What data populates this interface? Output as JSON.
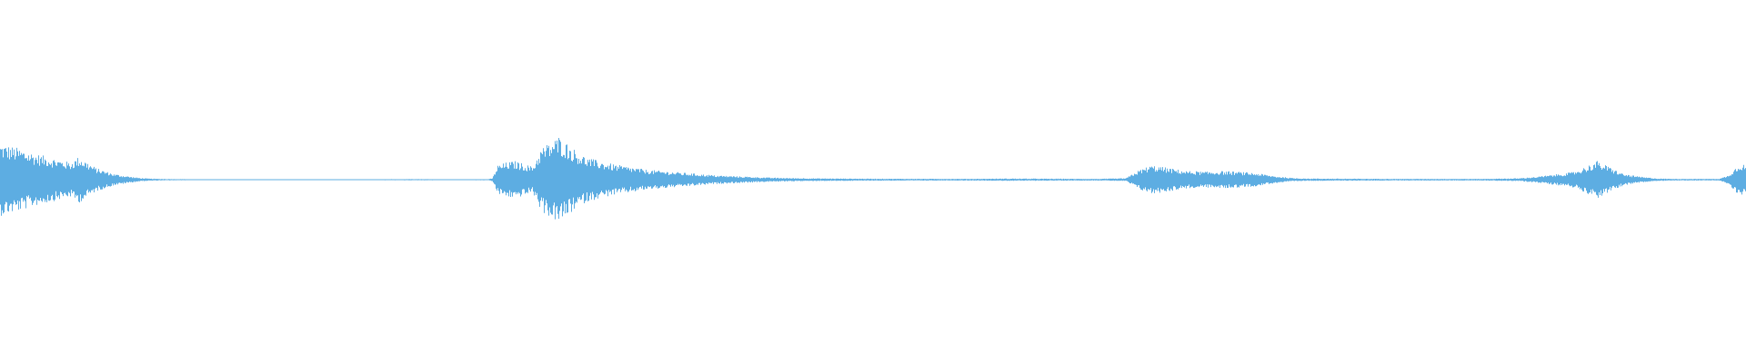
{
  "waveform": {
    "color": "#5dade2",
    "background": "#ffffff",
    "peaks": [
      [
        0.0,
        0.25
      ],
      [
        0.01,
        0.22
      ],
      [
        0.02,
        0.18
      ],
      [
        0.03,
        0.15
      ],
      [
        0.04,
        0.12
      ],
      [
        0.045,
        0.16
      ],
      [
        0.05,
        0.12
      ],
      [
        0.055,
        0.08
      ],
      [
        0.06,
        0.06
      ],
      [
        0.065,
        0.04
      ],
      [
        0.07,
        0.03
      ],
      [
        0.075,
        0.02
      ],
      [
        0.08,
        0.012
      ],
      [
        0.085,
        0.008
      ],
      [
        0.09,
        0.006
      ],
      [
        0.1,
        0.004
      ],
      [
        0.12,
        0.003
      ],
      [
        0.15,
        0.003
      ],
      [
        0.2,
        0.003
      ],
      [
        0.24,
        0.004
      ],
      [
        0.26,
        0.003
      ],
      [
        0.28,
        0.004
      ],
      [
        0.282,
        0.012
      ],
      [
        0.285,
        0.1
      ],
      [
        0.29,
        0.12
      ],
      [
        0.295,
        0.13
      ],
      [
        0.3,
        0.11
      ],
      [
        0.305,
        0.09
      ],
      [
        0.31,
        0.22
      ],
      [
        0.315,
        0.26
      ],
      [
        0.32,
        0.3
      ],
      [
        0.325,
        0.25
      ],
      [
        0.33,
        0.2
      ],
      [
        0.335,
        0.16
      ],
      [
        0.34,
        0.14
      ],
      [
        0.35,
        0.11
      ],
      [
        0.36,
        0.09
      ],
      [
        0.37,
        0.07
      ],
      [
        0.38,
        0.06
      ],
      [
        0.39,
        0.05
      ],
      [
        0.4,
        0.04
      ],
      [
        0.41,
        0.03
      ],
      [
        0.42,
        0.025
      ],
      [
        0.43,
        0.02
      ],
      [
        0.44,
        0.015
      ],
      [
        0.45,
        0.012
      ],
      [
        0.47,
        0.009
      ],
      [
        0.5,
        0.007
      ],
      [
        0.55,
        0.006
      ],
      [
        0.58,
        0.008
      ],
      [
        0.6,
        0.007
      ],
      [
        0.63,
        0.006
      ],
      [
        0.645,
        0.01
      ],
      [
        0.65,
        0.05
      ],
      [
        0.655,
        0.08
      ],
      [
        0.66,
        0.1
      ],
      [
        0.665,
        0.09
      ],
      [
        0.67,
        0.08
      ],
      [
        0.675,
        0.07
      ],
      [
        0.68,
        0.06
      ],
      [
        0.685,
        0.06
      ],
      [
        0.69,
        0.055
      ],
      [
        0.7,
        0.06
      ],
      [
        0.71,
        0.055
      ],
      [
        0.72,
        0.045
      ],
      [
        0.73,
        0.025
      ],
      [
        0.74,
        0.012
      ],
      [
        0.75,
        0.008
      ],
      [
        0.8,
        0.006
      ],
      [
        0.85,
        0.006
      ],
      [
        0.87,
        0.01
      ],
      [
        0.88,
        0.02
      ],
      [
        0.89,
        0.035
      ],
      [
        0.9,
        0.05
      ],
      [
        0.905,
        0.07
      ],
      [
        0.91,
        0.1
      ],
      [
        0.915,
        0.13
      ],
      [
        0.92,
        0.1
      ],
      [
        0.925,
        0.07
      ],
      [
        0.93,
        0.04
      ],
      [
        0.94,
        0.02
      ],
      [
        0.95,
        0.008
      ],
      [
        0.96,
        0.006
      ],
      [
        0.97,
        0.006
      ],
      [
        0.985,
        0.006
      ],
      [
        0.99,
        0.03
      ],
      [
        0.994,
        0.08
      ],
      [
        0.997,
        0.12
      ],
      [
        1.0,
        0.1
      ]
    ]
  }
}
